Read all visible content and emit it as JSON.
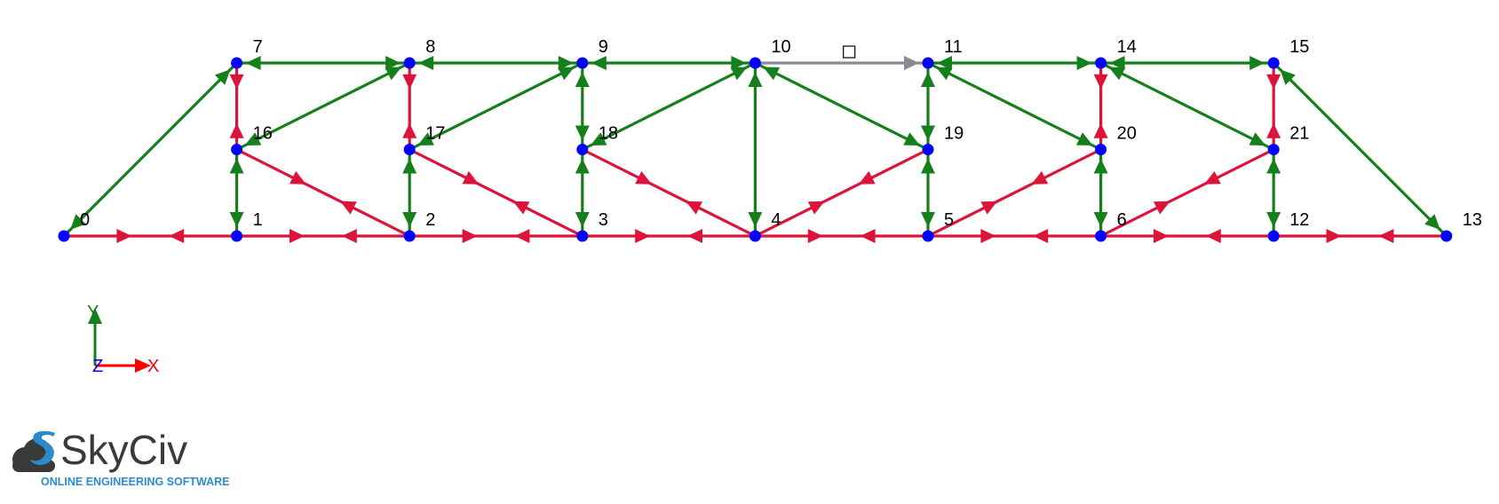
{
  "colors": {
    "compression": "#15801b",
    "tension": "#dc143c",
    "zero_force": "#8a8a92",
    "node": "#0000ff",
    "axis_x": "#ff0000",
    "axis_y": "#15801b",
    "axis_z": "#0000ff",
    "brand_blue": "#2a8ccf",
    "brand_dark": "#3a3a3a"
  },
  "nodes": [
    {
      "id": "0",
      "x": 0,
      "y": 0
    },
    {
      "id": "1",
      "x": 1,
      "y": 0
    },
    {
      "id": "2",
      "x": 2,
      "y": 0
    },
    {
      "id": "3",
      "x": 3,
      "y": 0
    },
    {
      "id": "4",
      "x": 4,
      "y": 0
    },
    {
      "id": "5",
      "x": 5,
      "y": 0
    },
    {
      "id": "6",
      "x": 6,
      "y": 0
    },
    {
      "id": "12",
      "x": 7,
      "y": 0
    },
    {
      "id": "13",
      "x": 8,
      "y": 0
    },
    {
      "id": "16",
      "x": 1,
      "y": 1
    },
    {
      "id": "17",
      "x": 2,
      "y": 1
    },
    {
      "id": "18",
      "x": 3,
      "y": 1
    },
    {
      "id": "19",
      "x": 5,
      "y": 1
    },
    {
      "id": "20",
      "x": 6,
      "y": 1
    },
    {
      "id": "21",
      "x": 7,
      "y": 1
    },
    {
      "id": "7",
      "x": 1,
      "y": 2
    },
    {
      "id": "8",
      "x": 2,
      "y": 2
    },
    {
      "id": "9",
      "x": 3,
      "y": 2
    },
    {
      "id": "10",
      "x": 4,
      "y": 2
    },
    {
      "id": "11",
      "x": 5,
      "y": 2
    },
    {
      "id": "14",
      "x": 6,
      "y": 2
    },
    {
      "id": "15",
      "x": 7,
      "y": 2
    }
  ],
  "members": [
    {
      "a": "0",
      "b": "1",
      "force": "tension"
    },
    {
      "a": "1",
      "b": "2",
      "force": "tension"
    },
    {
      "a": "2",
      "b": "3",
      "force": "tension"
    },
    {
      "a": "3",
      "b": "4",
      "force": "tension"
    },
    {
      "a": "4",
      "b": "5",
      "force": "tension"
    },
    {
      "a": "5",
      "b": "6",
      "force": "tension"
    },
    {
      "a": "6",
      "b": "12",
      "force": "tension"
    },
    {
      "a": "12",
      "b": "13",
      "force": "tension"
    },
    {
      "a": "7",
      "b": "8",
      "force": "compression"
    },
    {
      "a": "8",
      "b": "9",
      "force": "compression"
    },
    {
      "a": "9",
      "b": "10",
      "force": "compression"
    },
    {
      "a": "10",
      "b": "11",
      "force": "zero"
    },
    {
      "a": "11",
      "b": "14",
      "force": "compression"
    },
    {
      "a": "14",
      "b": "15",
      "force": "compression"
    },
    {
      "a": "0",
      "b": "7",
      "force": "compression"
    },
    {
      "a": "15",
      "b": "13",
      "force": "compression"
    },
    {
      "a": "7",
      "b": "16",
      "force": "tension"
    },
    {
      "a": "8",
      "b": "17",
      "force": "tension"
    },
    {
      "a": "14",
      "b": "20",
      "force": "tension"
    },
    {
      "a": "15",
      "b": "21",
      "force": "tension"
    },
    {
      "a": "16",
      "b": "1",
      "force": "compression"
    },
    {
      "a": "17",
      "b": "2",
      "force": "compression"
    },
    {
      "a": "9",
      "b": "18",
      "force": "compression"
    },
    {
      "a": "18",
      "b": "3",
      "force": "compression"
    },
    {
      "a": "10",
      "b": "4",
      "force": "compression"
    },
    {
      "a": "11",
      "b": "19",
      "force": "compression"
    },
    {
      "a": "19",
      "b": "5",
      "force": "compression"
    },
    {
      "a": "20",
      "b": "6",
      "force": "compression"
    },
    {
      "a": "21",
      "b": "12",
      "force": "compression"
    },
    {
      "a": "8",
      "b": "16",
      "force": "compression"
    },
    {
      "a": "9",
      "b": "17",
      "force": "compression"
    },
    {
      "a": "10",
      "b": "18",
      "force": "compression"
    },
    {
      "a": "10",
      "b": "19",
      "force": "compression"
    },
    {
      "a": "11",
      "b": "20",
      "force": "compression"
    },
    {
      "a": "14",
      "b": "21",
      "force": "compression"
    },
    {
      "a": "16",
      "b": "2",
      "force": "tension"
    },
    {
      "a": "17",
      "b": "3",
      "force": "tension"
    },
    {
      "a": "18",
      "b": "4",
      "force": "tension"
    },
    {
      "a": "19",
      "b": "4",
      "force": "tension"
    },
    {
      "a": "20",
      "b": "5",
      "force": "tension"
    },
    {
      "a": "21",
      "b": "6",
      "force": "tension"
    }
  ],
  "axes": {
    "x_label": "X",
    "y_label": "Y",
    "z_label": "Z"
  },
  "selection_marker": {
    "shape": "square",
    "on_member": "10-11"
  },
  "logo": {
    "name": "SkyCiv",
    "tagline": "ONLINE ENGINEERING SOFTWARE",
    "icon": "skyciv-cloud-logo-icon"
  }
}
